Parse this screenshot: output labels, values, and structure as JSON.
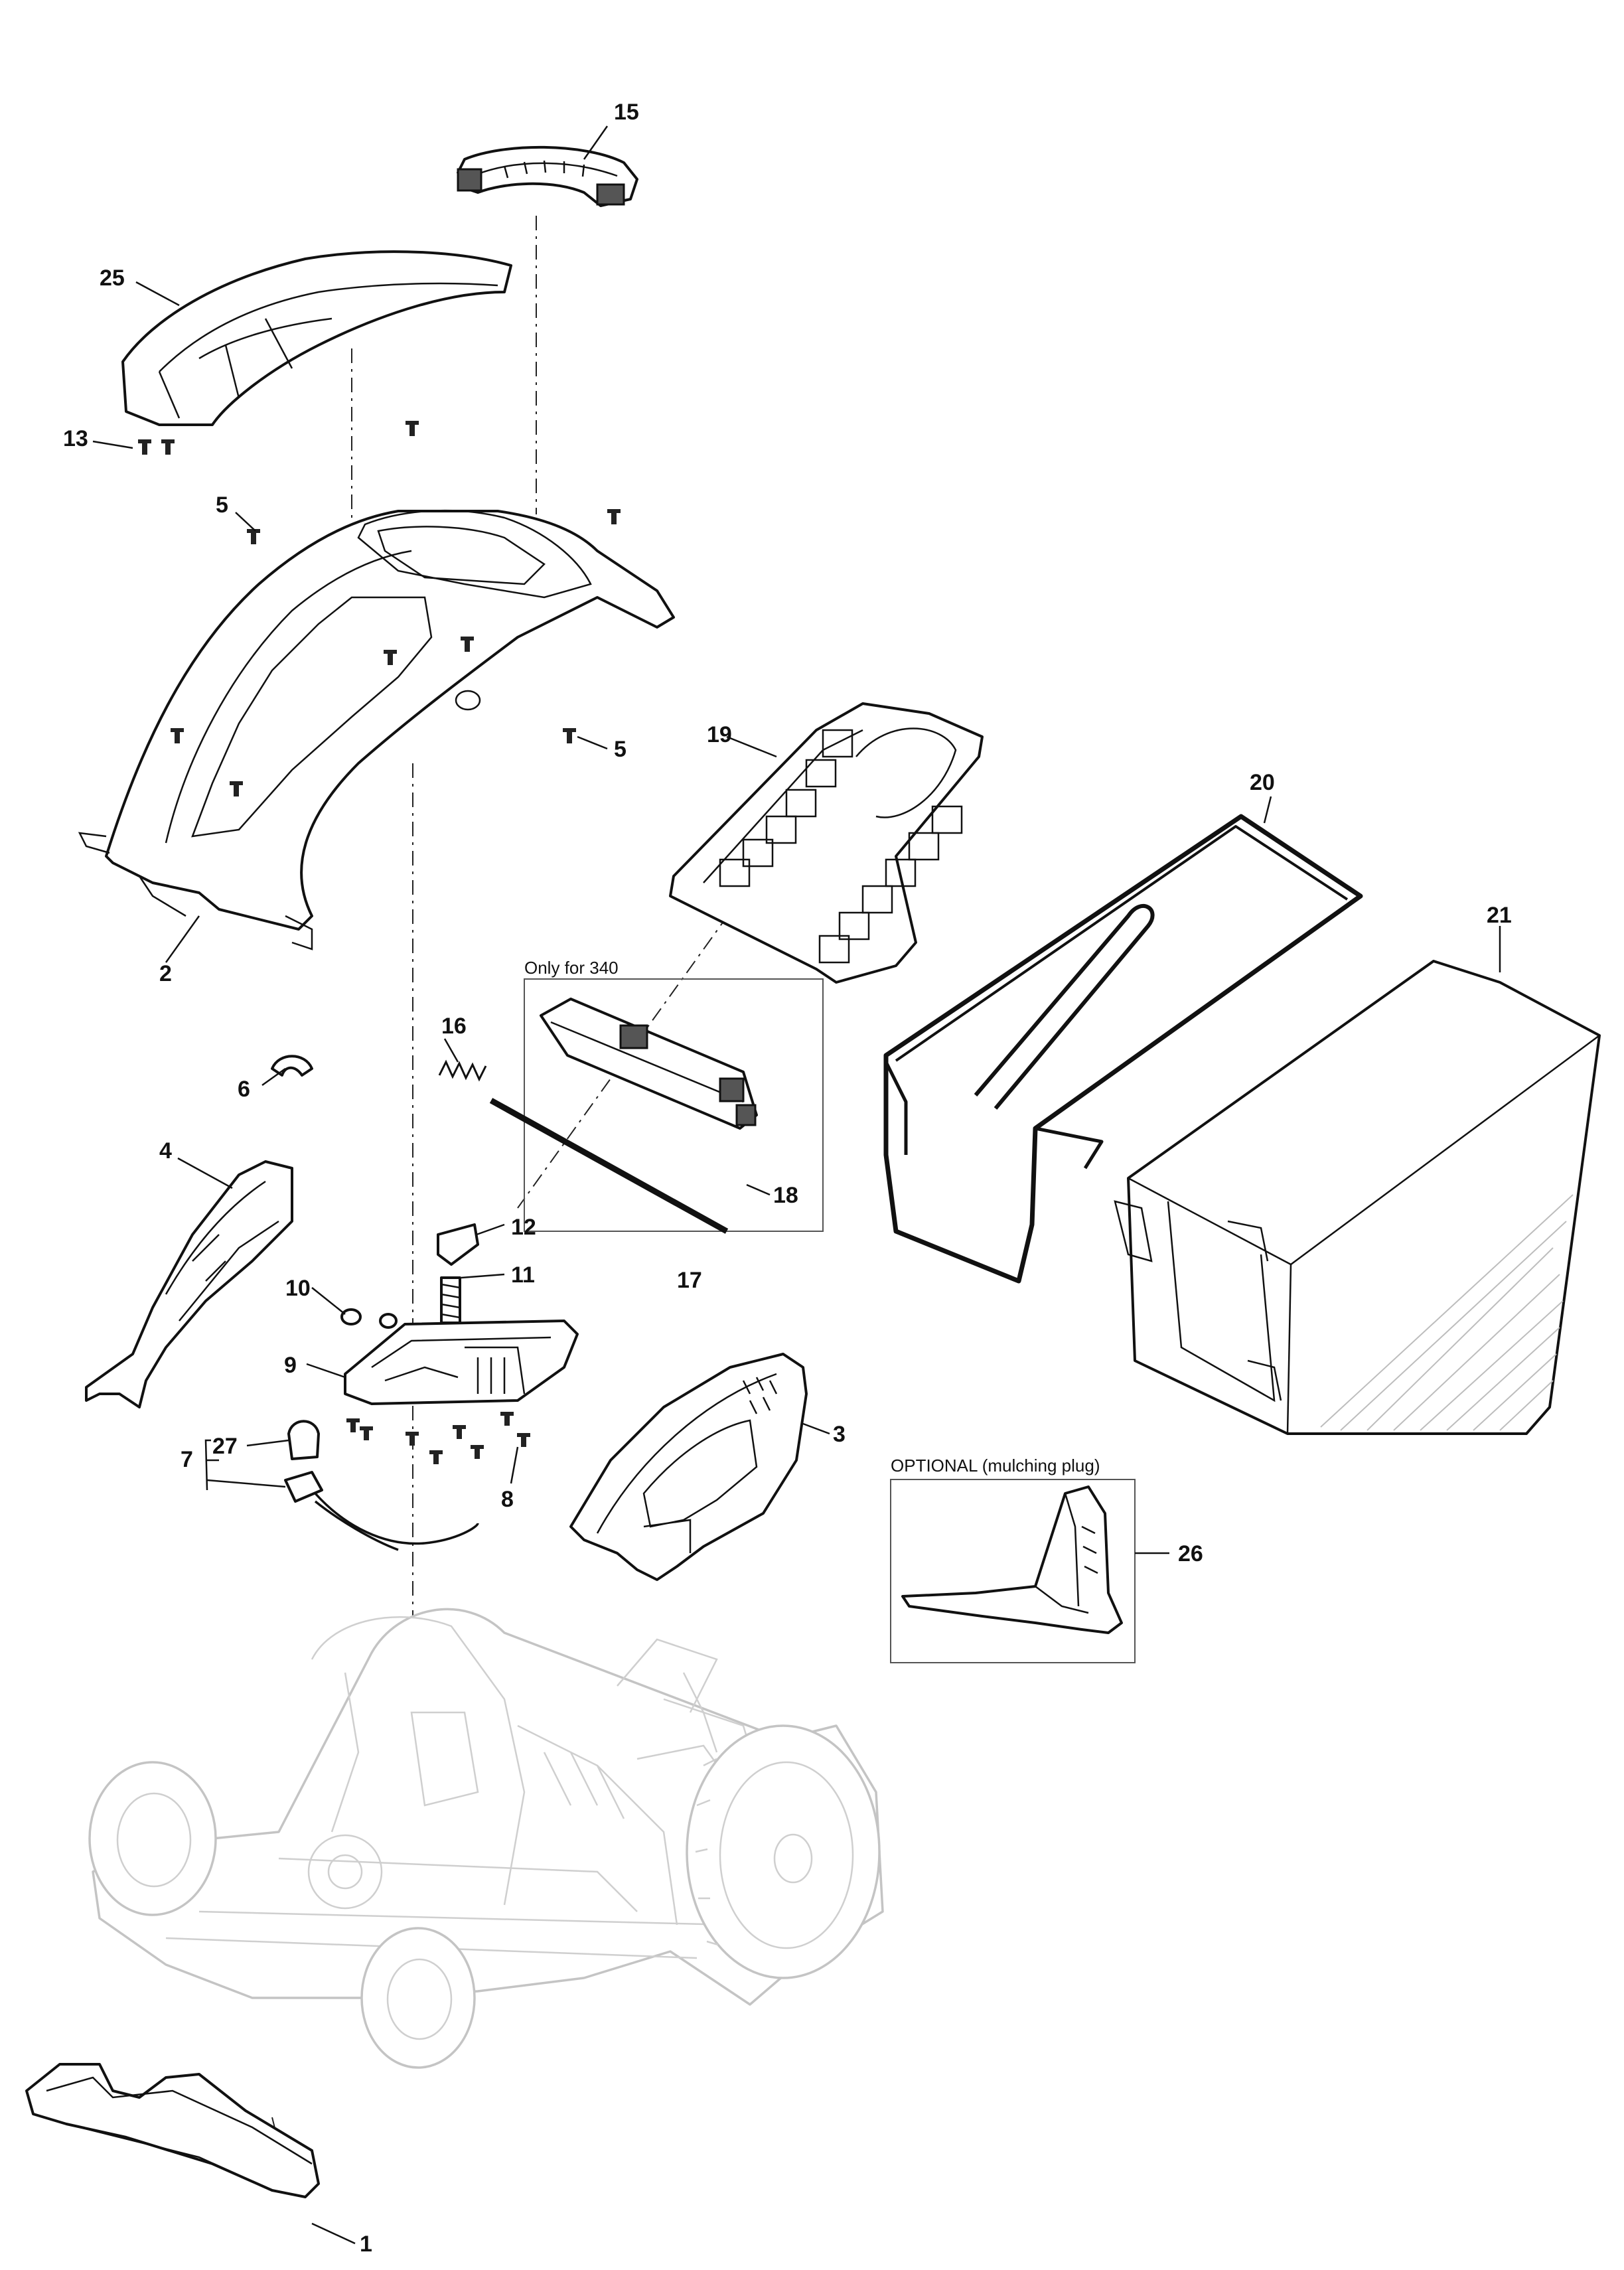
{
  "labels": {
    "p1": "1",
    "p2": "2",
    "p3": "3",
    "p4": "4",
    "p5a": "5",
    "p5b": "5",
    "p6": "6",
    "p7": "7",
    "p8": "8",
    "p9": "9",
    "p10": "10",
    "p11": "11",
    "p12": "12",
    "p13": "13",
    "p15": "15",
    "p16": "16",
    "p17": "17",
    "p18": "18",
    "p19": "19",
    "p20": "20",
    "p21": "21",
    "p25": "25",
    "p26": "26",
    "p27": "27"
  },
  "notes": {
    "only_for": "Only for 340",
    "optional": "OPTIONAL (mulching plug)"
  },
  "icons": [
    "handle-grip-icon",
    "screw-icon",
    "spring-icon",
    "mower-silhouette-icon"
  ]
}
